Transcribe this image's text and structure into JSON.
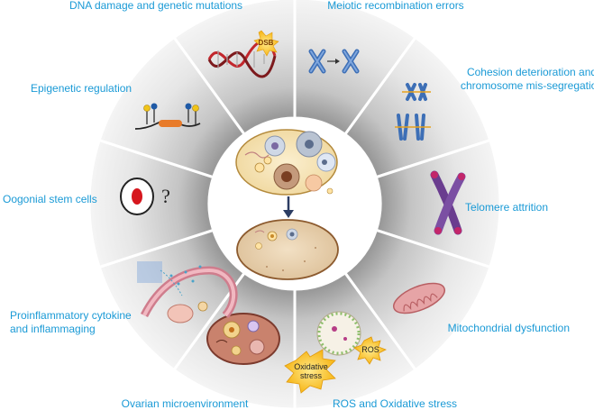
{
  "diagram": {
    "sectors": [
      {
        "id": "dna",
        "label_lines": [
          "DNA damage and genetic mutations"
        ],
        "icon": "dna-helix-icon"
      },
      {
        "id": "meiotic",
        "label_lines": [
          "Meiotic recombination errors"
        ],
        "icon": "chromosome-pair-icon"
      },
      {
        "id": "cohesion",
        "label_lines": [
          "Cohesion deterioration and",
          "chromosome mis-segregation"
        ],
        "icon": "chromosome-segregation-icon"
      },
      {
        "id": "telomere",
        "label_lines": [
          "Telomere attrition"
        ],
        "icon": "chromosome-telomere-icon"
      },
      {
        "id": "mito",
        "label_lines": [
          "Mitochondrial dysfunction"
        ],
        "icon": "mitochondrion-icon"
      },
      {
        "id": "ros",
        "label_lines": [
          "ROS and Oxidative stress"
        ],
        "icon": "oocyte-ros-icon"
      },
      {
        "id": "ovarian",
        "label_lines": [
          "Ovarian microenvironment"
        ],
        "icon": "ovary-icon"
      },
      {
        "id": "inflam",
        "label_lines": [
          "Proinflammatory cytokine",
          "and inflammaging"
        ],
        "icon": "uterus-tube-icon"
      },
      {
        "id": "oogonial",
        "label_lines": [
          "Oogonial stem cells"
        ],
        "icon": "stem-cell-question-icon"
      },
      {
        "id": "epigenetic",
        "label_lines": [
          "Epigenetic regulation"
        ],
        "icon": "histone-marks-icon"
      }
    ],
    "icon_text": {
      "dsb": "DSB",
      "question": "?",
      "ros_burst": "ROS",
      "oxidative_lines": [
        "Oxidative",
        "stress"
      ]
    },
    "colors": {
      "label": "#1a9ad6",
      "ring_light": "#f4f4f4",
      "ring_dark": "#bdbdbd",
      "ovary_young": "#f6e3b4",
      "ovary_old": "#e9d1ae",
      "arrow": "#2c3d63"
    }
  }
}
